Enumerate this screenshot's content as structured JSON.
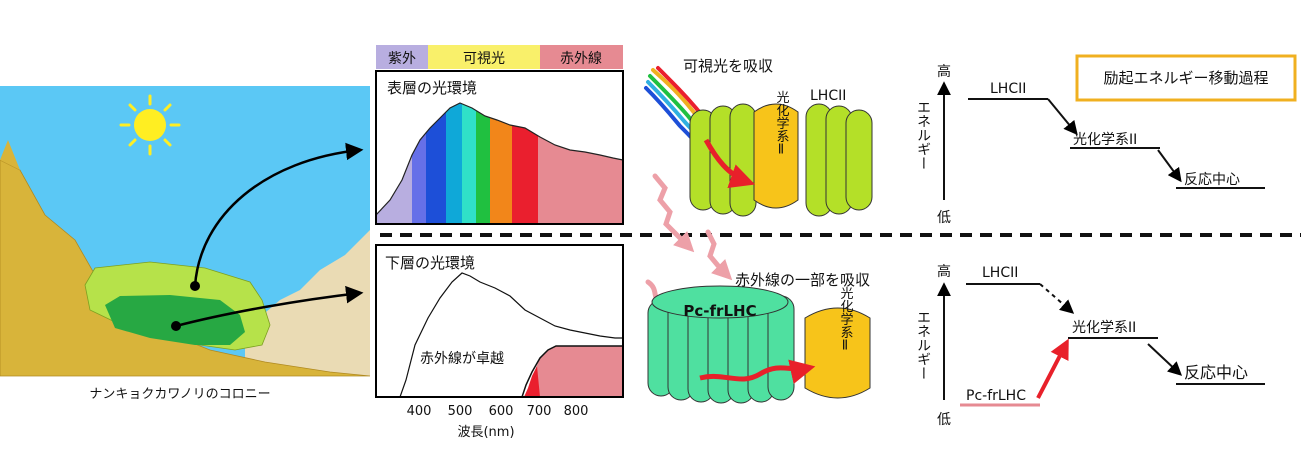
{
  "landscape": {
    "caption": "ナンキョクカワノリのコロニー"
  },
  "spectrum_bar": {
    "uv_label": "紫外",
    "visible_label": "可視光",
    "ir_label": "赤外線",
    "uv_color": "#b8aee0",
    "visible_color": "#f9f06a",
    "ir_color": "#e68a92"
  },
  "surface_panel": {
    "title": "表層の光環境"
  },
  "lower_panel": {
    "title": "下層の光環境",
    "annotation": "赤外線が卓越"
  },
  "wavelength_axis": {
    "ticks": [
      "400",
      "500",
      "600",
      "700",
      "800"
    ],
    "label": "波長(nm)"
  },
  "surface_complex": {
    "absorb_label": "可視光を吸収",
    "antenna_label": "LHCII",
    "photosystem_label": "光化学系Ⅱ"
  },
  "lower_complex": {
    "absorb_label": "赤外線の一部を吸収",
    "antenna_label": "Pc-frLHC",
    "photosystem_label": "光化学系Ⅱ"
  },
  "energy_diagram_top": {
    "high_label": "高",
    "low_label": "低",
    "axis_label": "エネルギー",
    "legend_box": "励起エネルギー移動過程",
    "levels": [
      "LHCII",
      "光化学系II",
      "反応中心"
    ]
  },
  "energy_diagram_bottom": {
    "high_label": "高",
    "low_label": "低",
    "axis_label": "エネルギー",
    "levels": [
      "LHCII",
      "光化学系II",
      "反応中心",
      "Pc-frLHC"
    ]
  },
  "colors": {
    "sky": "#5bc8f5",
    "sun": "#ffee22",
    "cliff": "#d8b43a",
    "sand": "#eadbb4",
    "colony_light": "#b6e24a",
    "colony_dark": "#27a843",
    "lhcii_green": "#b4e028",
    "photosystem_orange": "#f7c41a",
    "frlhc_green": "#4fe0a0",
    "arrow_red": "#e8202a",
    "arrow_pink": "#eda0a8",
    "legend_border": "#f0b020"
  }
}
